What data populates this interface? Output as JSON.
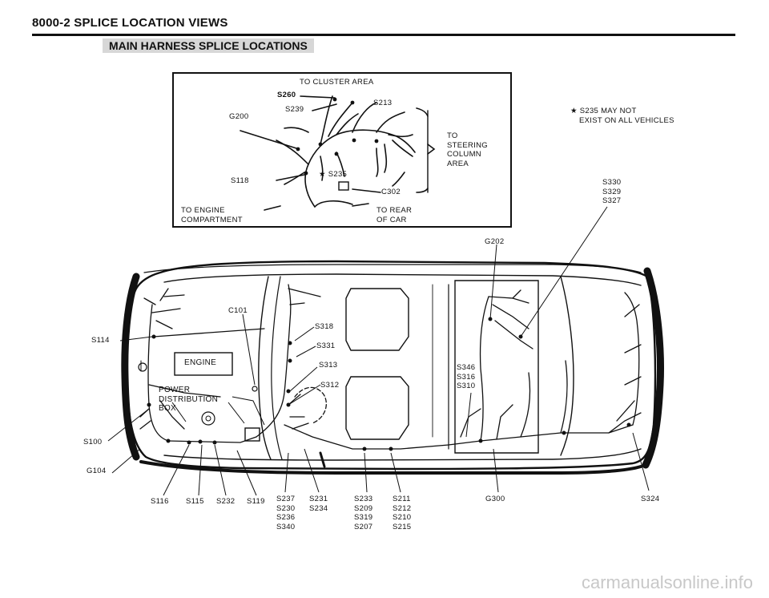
{
  "header": {
    "page_title": "8000-2  SPLICE LOCATION VIEWS",
    "subtitle": "MAIN HARNESS SPLICE LOCATIONS"
  },
  "inset": {
    "to_cluster": "TO CLUSTER AREA",
    "s260": "S260",
    "s239": "S239",
    "s213": "S213",
    "g200": "G200",
    "steering": [
      "TO",
      "STEERING",
      "COLUMN",
      "AREA"
    ],
    "s235": "★ S235",
    "s118": "S118",
    "c302": "C302",
    "to_engine": [
      "TO ENGINE",
      "COMPARTMENT"
    ],
    "to_rear": [
      "TO REAR",
      "OF CAR"
    ]
  },
  "note": [
    "★ S235 MAY NOT",
    "EXIST ON ALL VEHICLES"
  ],
  "labels": {
    "s330_group": [
      "S330",
      "S329",
      "S327"
    ],
    "g202": "G202",
    "c101": "C101",
    "s318": "S318",
    "s331": "S331",
    "s313": "S313",
    "s312": "S312",
    "s114": "S114",
    "engine": "ENGINE",
    "pdb": [
      "POWER",
      "DISTRIBUTION",
      "BOX"
    ],
    "s346_group": [
      "S346",
      "S316",
      "S310"
    ],
    "s100": "S100",
    "g104": "G104"
  },
  "bottom": {
    "s116": "S116",
    "s115": "S115",
    "s232": "S232",
    "s119": "S119",
    "col_a": [
      "S237",
      "S230",
      "S236",
      "S340"
    ],
    "col_b": [
      "S231",
      "S234"
    ],
    "col_c": [
      "S233",
      "S209",
      "S319",
      "S207"
    ],
    "col_d": [
      "S211",
      "S212",
      "S210",
      "S215"
    ],
    "g300": "G300",
    "s324": "S324"
  },
  "watermark": "carmanualsonline.info"
}
